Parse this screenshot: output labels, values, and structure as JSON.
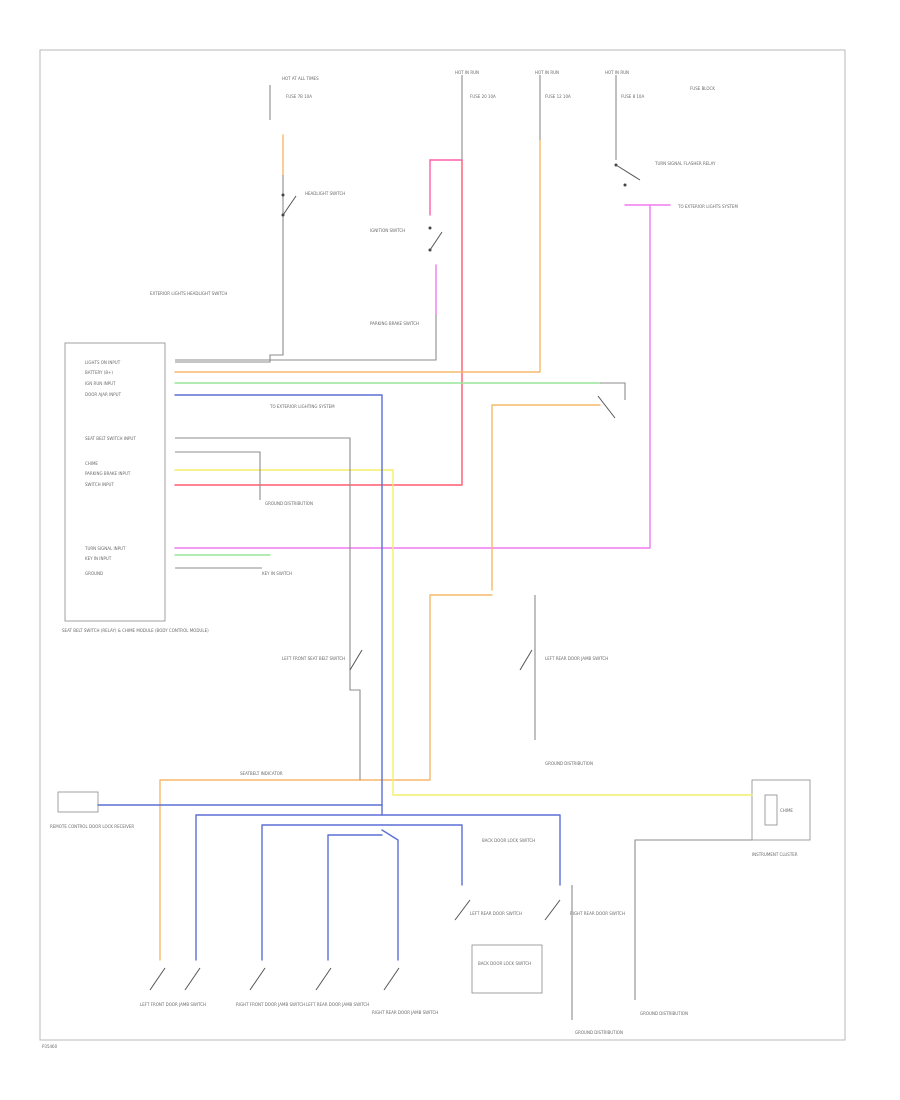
{
  "colors": {
    "pink": "#ff5fa8",
    "magenta": "#f07cf0",
    "orange": "#f7b86a",
    "yellow": "#f4ef6a",
    "green": "#99e699",
    "blue": "#5b6fd6",
    "red": "#ff5a6e",
    "wire_black": "#8c8c8c"
  },
  "labels": {
    "hot_top_left": "HOT AT ALL TIMES",
    "fuse_top_left": "FUSE 7B  10A",
    "hot_top_1": "HOT IN RUN",
    "hot_top_2": "HOT IN RUN",
    "hot_top_3": "HOT IN RUN",
    "fuse_box": "FUSE BLOCK",
    "fuse_1": "FUSE 20  10A",
    "fuse_2": "FUSE 12  10A",
    "fuse_3": "FUSE 8  10A",
    "headlight_switch": "HEADLIGHT SWITCH",
    "turn_signal_switch": "TURN SIGNAL FLASHER RELAY",
    "to_exterior_lights": "TO EXTERIOR LIGHTS SYSTEM",
    "seatbelt_switch_top": "IGNITION SWITCH",
    "parking_brake_switch": "PARKING BRAKE SWITCH",
    "exterior_lights_headlight": "EXTERIOR LIGHTS HEADLIGHT SWITCH",
    "module_pins": [
      "LIGHTS ON INPUT",
      "BATTERY (B+)",
      "IGN RUN INPUT",
      "DOOR AJAR INPUT",
      "",
      "SEAT BELT SWITCH INPUT",
      "",
      "CHIME",
      "PARKING BRAKE INPUT",
      "SWITCH INPUT",
      "",
      "TURN SIGNAL INPUT",
      "KEY IN INPUT",
      "GROUND"
    ],
    "module_name": "SEAT BELT SWITCH (RELAY) & CHIME MODULE (BODY CONTROL MODULE)",
    "ground_1": "GROUND DISTRIBUTION",
    "to_exterior_lighting": "TO EXTERIOR LIGHTING SYSTEM",
    "key_in_switch": "KEY IN SWITCH",
    "left_front_seat_belt": "LEFT FRONT SEAT BELT SWITCH",
    "seatbelt_indicator": "SEATBELT INDICATOR",
    "left_rear_door_switch": "LEFT REAR DOOR JAMB SWITCH",
    "ground_door": "GROUND DISTRIBUTION",
    "instrument_cluster": "INSTRUMENT CLUSTER",
    "chime": "CHIME",
    "remote_control": "REMOTE CONTROL DOOR LOCK RECEIVER",
    "door_switches": [
      "LEFT FRONT DOOR JAMB SWITCH",
      "RIGHT FRONT DOOR JAMB SWITCH",
      "LEFT REAR DOOR JAMB SWITCH",
      "RIGHT REAR DOOR JAMB SWITCH"
    ],
    "rear_door_sw_left": "LEFT REAR DOOR SWITCH",
    "rear_door_sw_right": "RIGHT REAR DOOR SWITCH",
    "rear_lock_1": "BACK DOOR LOCK SWITCH",
    "rear_lock_2": "BACK DOOR LOCK SWITCH",
    "ground_bottom": "GROUND DISTRIBUTION",
    "ground_cluster": "GROUND DISTRIBUTION",
    "footer_code": "P35460"
  }
}
